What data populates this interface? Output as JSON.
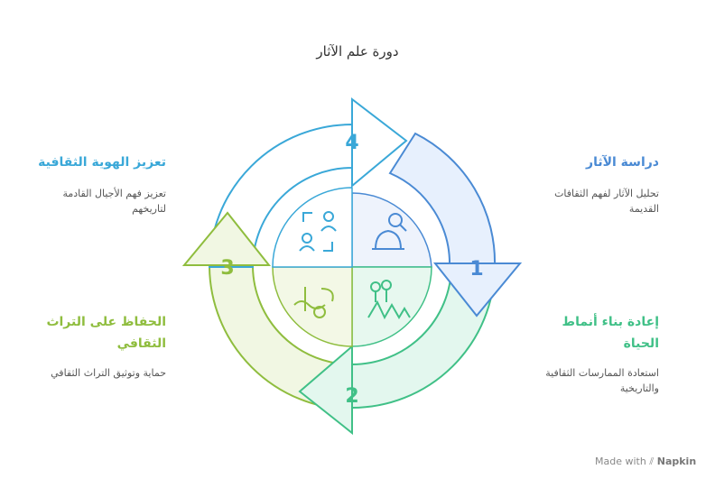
{
  "title": "دورة علم الآثار",
  "colors": {
    "step1": "#4a8ad4",
    "step2": "#40c087",
    "step3": "#8fbd3e",
    "step4": "#3aa8d8"
  },
  "steps": [
    {
      "number": "1",
      "heading": "دراسة الآثار",
      "desc_line1": "تحليل الآثار لفهم الثقافات",
      "desc_line2": "القديمة",
      "icon": "archaeologist-hat-magnifier-icon"
    },
    {
      "number": "2",
      "heading_line1": "إعادة بناء أنماط",
      "heading_line2": "الحياة",
      "desc_line1": "استعادة الممارسات الثقافية",
      "desc_line2": "والتاريخية",
      "icon": "people-landscape-icon"
    },
    {
      "number": "3",
      "heading_line1": "الحفاظ على التراث",
      "heading_line2": "الثقافي",
      "desc_line1": "حماية وتوثيق التراث الثقافي",
      "icon": "heritage-preservation-icon"
    },
    {
      "number": "4",
      "heading": "تعزيز الهوية الثقافية",
      "desc_line1": "تعزيز فهم الأجيال القادمة",
      "desc_line2": "لتاريخهم",
      "icon": "generations-exchange-icon"
    }
  ],
  "watermark": {
    "prefix": "Made with",
    "brand": "Napkin"
  }
}
